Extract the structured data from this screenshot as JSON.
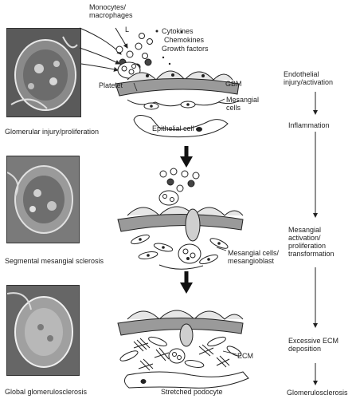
{
  "panels": [
    {
      "caption": "Glomerular injury/proliferation"
    },
    {
      "caption": "Segmental mesangial sclerosis"
    },
    {
      "caption": "Global glomerulosclerosis"
    }
  ],
  "labels": {
    "monocytes": "Monocytes/ macrophages",
    "l": "L",
    "cytokines": "Cytokines",
    "chemokines": "Chemokines",
    "growth": "Growth factors",
    "platelet": "Platelet",
    "gbm": "GBM",
    "mesangial_cells": "Mesangial cells",
    "epithelial": "Epithelial cell",
    "mesangiablast": "Mesangial cells/ mesangioblast",
    "ecm": "ECM",
    "podocyte": "Stretched podocyte"
  },
  "stages": [
    "Endothelial injury/activation",
    "Inflammation",
    "Mesangial activation/ proliferation transformation",
    "Excessive ECM deposition",
    "Glomerulosclerosis"
  ]
}
